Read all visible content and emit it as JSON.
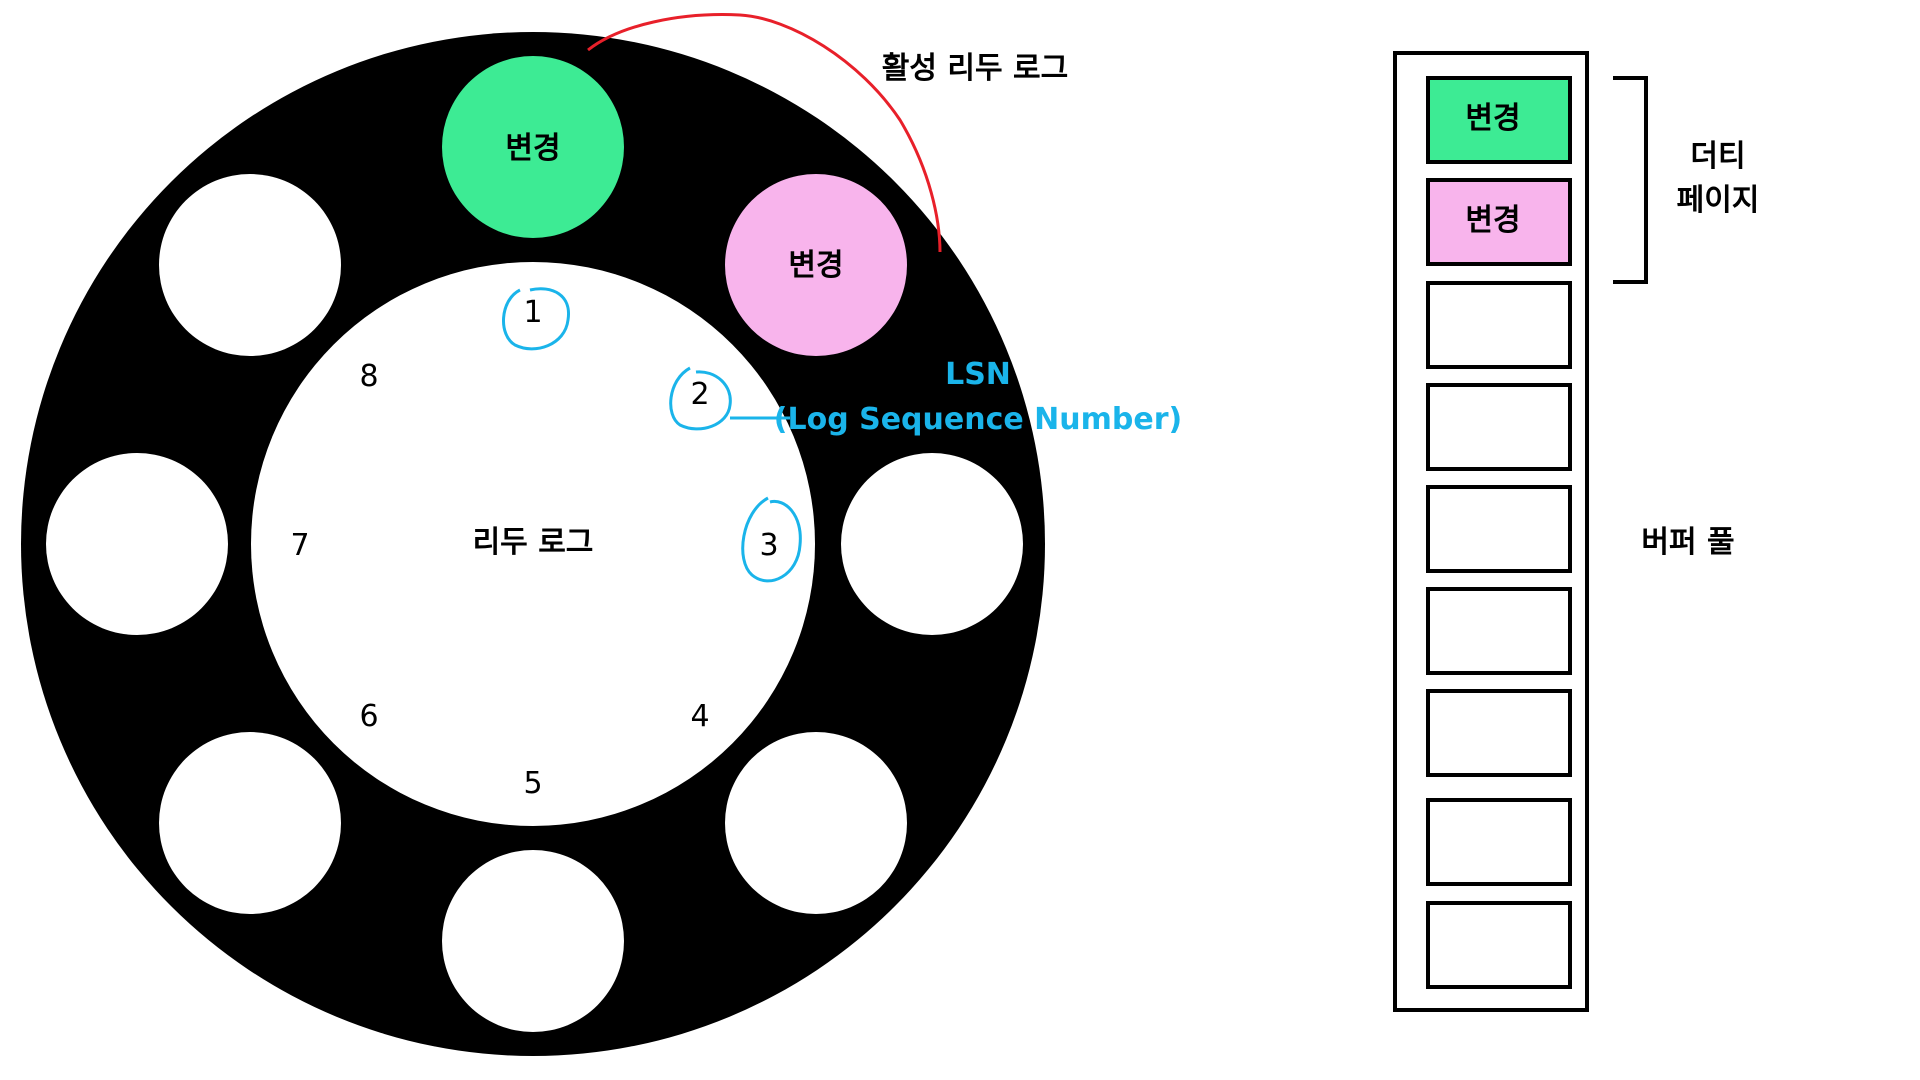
{
  "redo_log": {
    "center_label": "리두 로그",
    "active_label": "활성 리두 로그",
    "changed_label": "변경",
    "lsn_label": "LSN",
    "lsn_full": "(Log Sequence Number)",
    "sequence_numbers": [
      "1",
      "2",
      "3",
      "4",
      "5",
      "6",
      "7",
      "8"
    ],
    "slots": [
      {
        "state": "changed",
        "color": "#3deb94"
      },
      {
        "state": "changed",
        "color": "#f8b4ec"
      },
      {
        "state": "empty",
        "color": "#ffffff"
      },
      {
        "state": "empty",
        "color": "#ffffff"
      },
      {
        "state": "empty",
        "color": "#ffffff"
      },
      {
        "state": "empty",
        "color": "#ffffff"
      },
      {
        "state": "empty",
        "color": "#ffffff"
      },
      {
        "state": "empty",
        "color": "#ffffff"
      }
    ],
    "highlighted_numbers": [
      "1",
      "2",
      "3"
    ]
  },
  "buffer_pool": {
    "label": "버퍼 풀",
    "dirty_label_line1": "더티",
    "dirty_label_line2": "페이지",
    "changed_label": "변경",
    "pages": [
      {
        "state": "changed",
        "color": "#3deb94"
      },
      {
        "state": "changed",
        "color": "#f8b4ec"
      },
      {
        "state": "empty",
        "color": "#ffffff"
      },
      {
        "state": "empty",
        "color": "#ffffff"
      },
      {
        "state": "empty",
        "color": "#ffffff"
      },
      {
        "state": "empty",
        "color": "#ffffff"
      },
      {
        "state": "empty",
        "color": "#ffffff"
      },
      {
        "state": "empty",
        "color": "#ffffff"
      },
      {
        "state": "empty",
        "color": "#ffffff"
      }
    ]
  },
  "colors": {
    "ring": "#000000",
    "annotation_blue": "#1ab4ea",
    "annotation_red": "#e8202a",
    "green": "#3deb94",
    "pink": "#f8b4ec"
  }
}
